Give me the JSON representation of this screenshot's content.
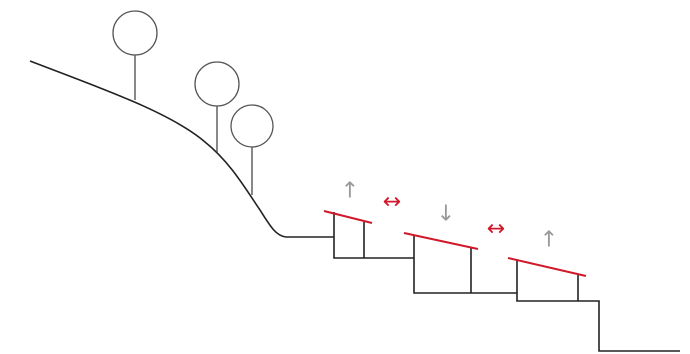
{
  "colors": {
    "terrain": "#222222",
    "tree": "#555555",
    "roof": "#d0192b",
    "horizontal_arrow": "#d0192b",
    "vertical_arrow": "#999999"
  },
  "arrows": [
    {
      "name": "up-arrow-1",
      "glyph": "↑",
      "color_key": "vertical_arrow"
    },
    {
      "name": "horizontal-arrow-1",
      "glyph": "↔",
      "color_key": "horizontal_arrow"
    },
    {
      "name": "down-arrow",
      "glyph": "↓",
      "color_key": "vertical_arrow"
    },
    {
      "name": "horizontal-arrow-2",
      "glyph": "↔",
      "color_key": "horizontal_arrow"
    },
    {
      "name": "up-arrow-2",
      "glyph": "↑",
      "color_key": "vertical_arrow"
    }
  ],
  "icons": [
    "tree-icon",
    "house-icon",
    "terrain-line"
  ]
}
